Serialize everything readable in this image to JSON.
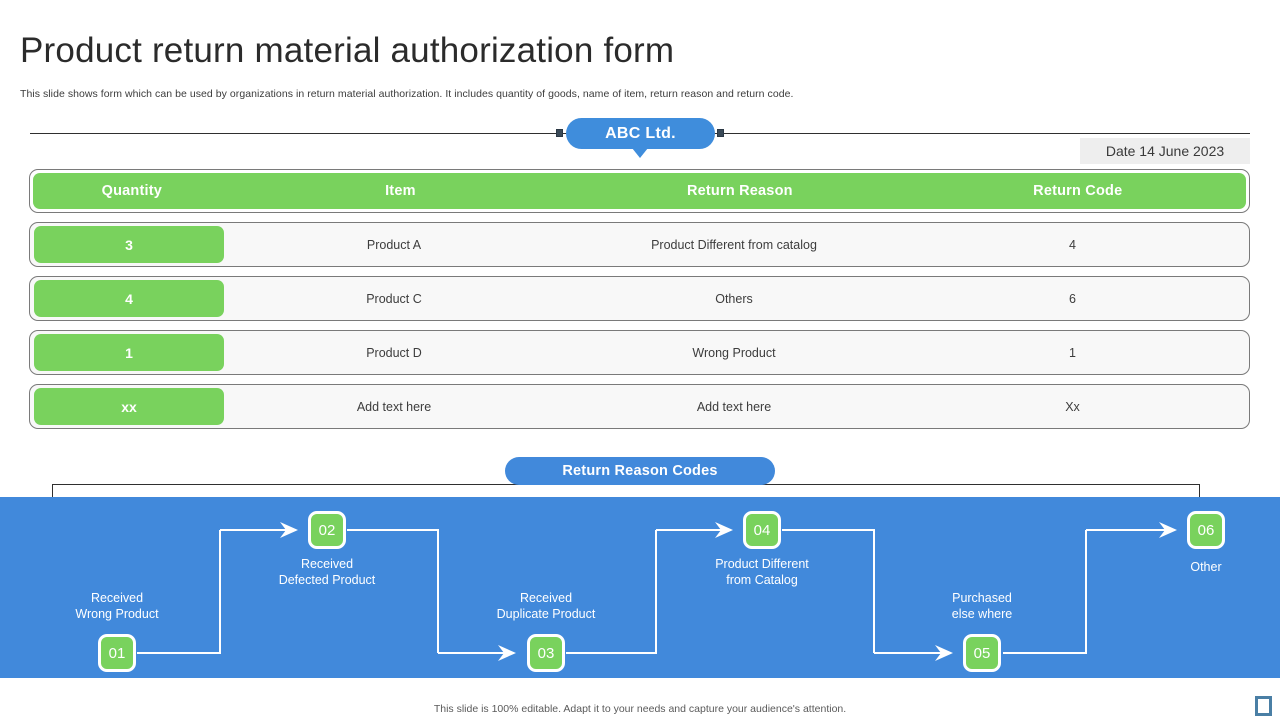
{
  "title": "Product return material authorization form",
  "subtitle": "This slide shows form which can be used by organizations in return material authorization. It includes quantity of goods, name of item, return reason and return code.",
  "company": {
    "name": "ABC Ltd."
  },
  "date": {
    "text": "Date 14 June 2023"
  },
  "table": {
    "columns": [
      "Quantity",
      "Item",
      "Return Reason",
      "Return Code"
    ],
    "rows": [
      {
        "quantity": "3",
        "item": "Product A",
        "reason": "Product Different  from catalog",
        "code": "4"
      },
      {
        "quantity": "4",
        "item": "Product C",
        "reason": "Others",
        "code": "6"
      },
      {
        "quantity": "1",
        "item": "Product D",
        "reason": "Wrong Product",
        "code": "1"
      },
      {
        "quantity": "xx",
        "item": "Add text here",
        "reason": "Add text here",
        "code": "Xx"
      }
    ]
  },
  "codes_section": {
    "badge_label": "Return Reason Codes",
    "nodes": [
      {
        "number": "01",
        "label": "Received\nWrong Product"
      },
      {
        "number": "02",
        "label": "Received\nDefected Product"
      },
      {
        "number": "03",
        "label": "Received\nDuplicate Product"
      },
      {
        "number": "04",
        "label": "Product Different\nfrom Catalog"
      },
      {
        "number": "05",
        "label": "Purchased\nelse where"
      },
      {
        "number": "06",
        "label": "Other"
      }
    ]
  },
  "footer": {
    "note": "This slide is 100% editable. Adapt it to your needs and capture your audience's attention."
  },
  "colors": {
    "green": "#79d25d",
    "blue": "#4189db",
    "badge_blue": "#3f8ddc",
    "row_bg": "#f8f8f8",
    "date_bg": "#eeeeee",
    "corner_blue": "#4a7fa5"
  }
}
